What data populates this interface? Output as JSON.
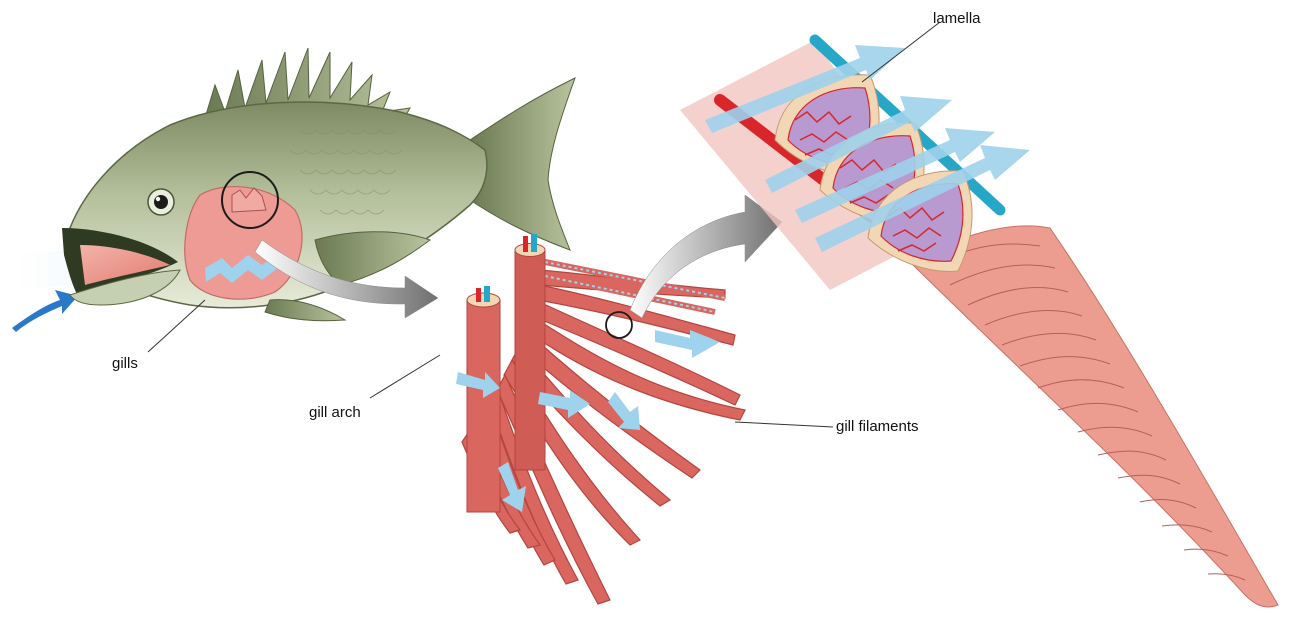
{
  "labels": {
    "gills": "gills",
    "gill_arch": "gill arch",
    "gill_filaments": "gill filaments",
    "lamella": "lamella"
  },
  "colors": {
    "fish_body": "#a9b58f",
    "fish_dark": "#6f7d58",
    "gill_pink": "#ee9a95",
    "filament": "#d9675f",
    "water": "#9fd2ec",
    "flow_arrow": "#2a78c8",
    "artery": "#d8262a",
    "vein": "#27a7c7"
  }
}
